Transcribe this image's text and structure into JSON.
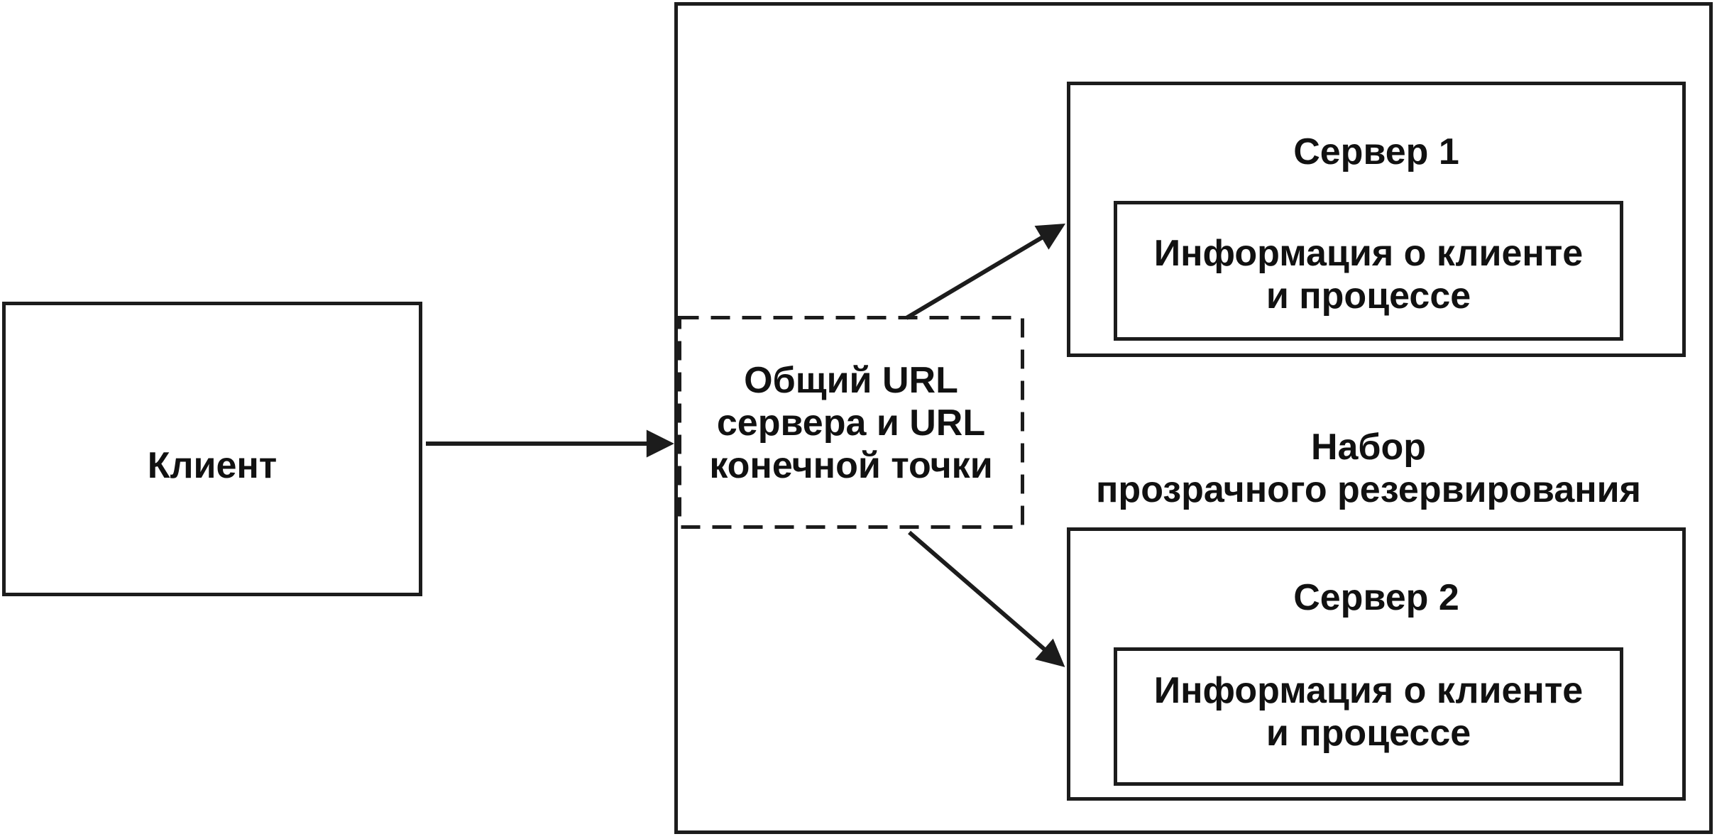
{
  "diagram": {
    "colors": {
      "stroke": "#1c1c1c",
      "text": "#111111",
      "background": "#ffffff"
    },
    "client": {
      "label": "Клиент"
    },
    "shared_url": {
      "label": "Общий URL\nсервера и URL\nконечной точки"
    },
    "redundancy_set": {
      "label": "Набор\nпрозрачного резервирования"
    },
    "server_1": {
      "title": "Сервер 1",
      "info_label": "Информация о клиенте\nи процессе"
    },
    "server_2": {
      "title": "Сервер 2",
      "info_label": "Информация о клиенте\nи процессе"
    }
  }
}
